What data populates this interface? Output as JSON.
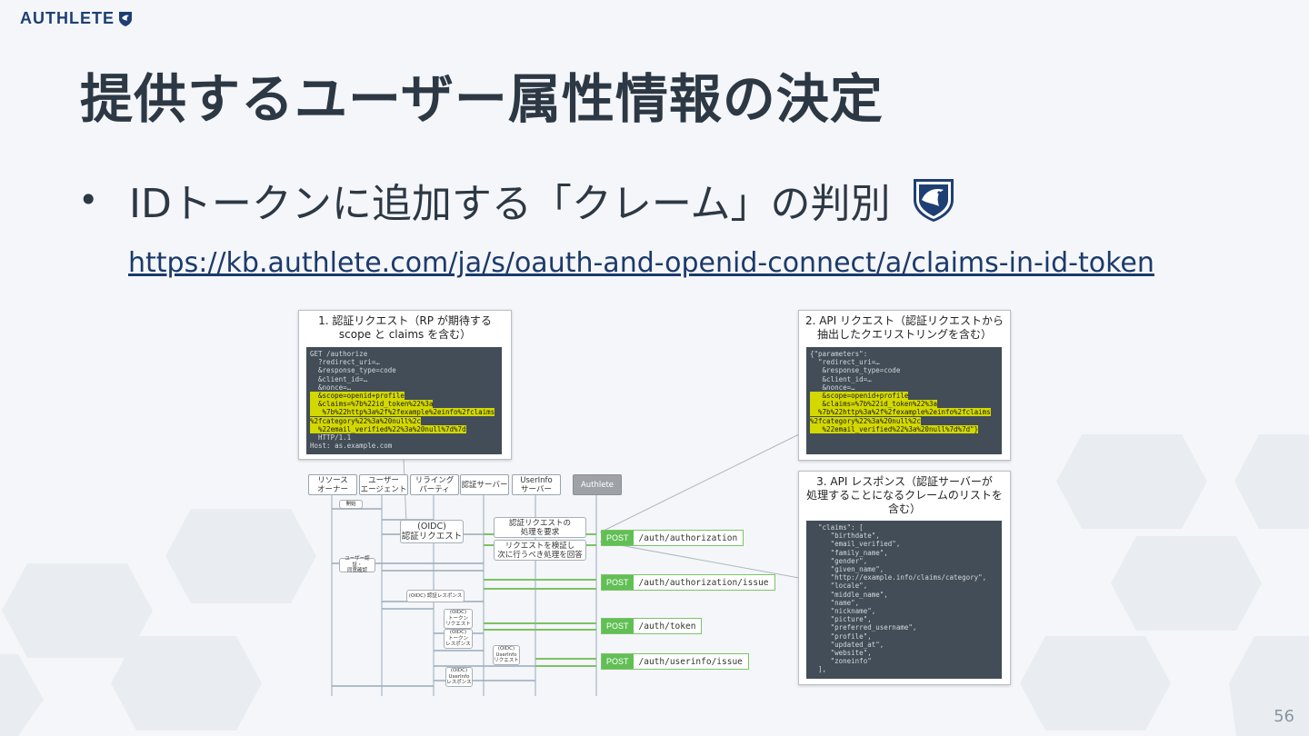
{
  "header": {
    "logo_text": "AUTHLETE"
  },
  "slide": {
    "title": "提供するユーザー属性情報の決定",
    "bullet": "IDトークンに追加する「クレーム」の判別",
    "link": "https://kb.authlete.com/ja/s/oauth-and-openid-connect/a/claims-in-id-token",
    "page_number": "56"
  },
  "panel1": {
    "title_line1": "1. 認証リクエスト（RP が期待する",
    "title_line2": "scope と claims を含む）",
    "code": [
      {
        "t": "GET /authorize",
        "h": false
      },
      {
        "t": "  ?redirect_uri=…",
        "h": false
      },
      {
        "t": "  &response_type=code",
        "h": false
      },
      {
        "t": "  &client_id=…",
        "h": false
      },
      {
        "t": "  &nonce=…",
        "h": false
      },
      {
        "t": "  &scope=openid+profile",
        "h": true
      },
      {
        "t": "  &claims=%7b%22id_token%22%3a",
        "h": true
      },
      {
        "t": "   %7b%22http%3a%2f%2fexample%2einfo%2fclaims",
        "h": true
      },
      {
        "t": "%2fcategory%22%3a%20null%2c",
        "h": true
      },
      {
        "t": "  %22email_verified%22%3a%20null%7d%7d",
        "h": true
      },
      {
        "t": "  HTTP/1.1",
        "h": false
      },
      {
        "t": "Host: as.example.com",
        "h": false
      }
    ]
  },
  "panel2": {
    "title_line1": "2. API リクエスト（認証リクエストから",
    "title_line2": "抽出したクエリストリングを含む）",
    "code": [
      {
        "t": "{\"parameters\":",
        "h": false
      },
      {
        "t": "  \"redirect_uri=…",
        "h": false
      },
      {
        "t": "   &response_type=code",
        "h": false
      },
      {
        "t": "   &client_id=…",
        "h": false
      },
      {
        "t": "   &nonce=…",
        "h": false
      },
      {
        "t": "   &scope=openid+profile",
        "h": true
      },
      {
        "t": "   &claims=%7b%22id_token%22%3a",
        "h": true
      },
      {
        "t": "  %7b%22http%3a%2f%2fexample%2einfo%2fclaims",
        "h": true
      },
      {
        "t": "%2fcategory%22%3a%20null%2c",
        "h": true
      },
      {
        "t": "   %22email_verified%22%3a%20null%7d%7d\"}",
        "h": true
      }
    ]
  },
  "panel3": {
    "title_line1": "3. API レスポンス（認証サーバーが",
    "title_line2": "処理することになるクレームのリストを",
    "title_line3": "含む）",
    "code": [
      {
        "t": "  \"claims\": [",
        "h": false
      },
      {
        "t": "     \"birthdate\",",
        "h": false
      },
      {
        "t": "     \"email_verified\",",
        "h": false
      },
      {
        "t": "     \"family_name\",",
        "h": false
      },
      {
        "t": "     \"gender\",",
        "h": false
      },
      {
        "t": "     \"given_name\",",
        "h": false
      },
      {
        "t": "     \"http://example.info/claims/category\",",
        "h": false
      },
      {
        "t": "     \"locale\",",
        "h": false
      },
      {
        "t": "     \"middle_name\",",
        "h": false
      },
      {
        "t": "     \"name\",",
        "h": false
      },
      {
        "t": "     \"nickname\",",
        "h": false
      },
      {
        "t": "     \"picture\",",
        "h": false
      },
      {
        "t": "     \"preferred_username\",",
        "h": false
      },
      {
        "t": "     \"profile\",",
        "h": false
      },
      {
        "t": "     \"updated_at\",",
        "h": false
      },
      {
        "t": "     \"website\",",
        "h": false
      },
      {
        "t": "     \"zoneinfo\"",
        "h": false
      },
      {
        "t": "  ],",
        "h": false
      }
    ]
  },
  "diagram": {
    "actors": [
      "リソース\nオーナー",
      "ユーザー\nエージェント",
      "リライング\nパーティ",
      "認証サーバー",
      "UserInfo\nサーバー",
      "Authlete"
    ],
    "notes": {
      "start": "開始",
      "oidc_auth_request": "(OIDC)\n認証リクエスト",
      "process_request": "認証リクエストの\n処理を要求",
      "verify_request": "リクエストを検証し\n次に行うべき処理を回答",
      "user_consent": "ユーザー認証・\n同意確認",
      "oidc_auth_response": "(OIDC) 認証レスポンス",
      "token_request": "(OIDC)\nトークン\nリクエスト",
      "token_response": "(OIDC)\nトークン\nレスポンス",
      "userinfo_request": "(OIDC)\nUserInfo\nリクエスト",
      "userinfo_response": "(OIDC)\nUserInfo\nレスポンス"
    },
    "endpoints": [
      {
        "method": "POST",
        "path": "/auth/authorization"
      },
      {
        "method": "POST",
        "path": "/auth/authorization/issue"
      },
      {
        "method": "POST",
        "path": "/auth/token"
      },
      {
        "method": "POST",
        "path": "/auth/userinfo/issue"
      }
    ]
  },
  "colors": {
    "accent": "#1e3f73",
    "post_green": "#62bf56",
    "highlight": "#d3d800",
    "code_bg": "#424d57"
  }
}
